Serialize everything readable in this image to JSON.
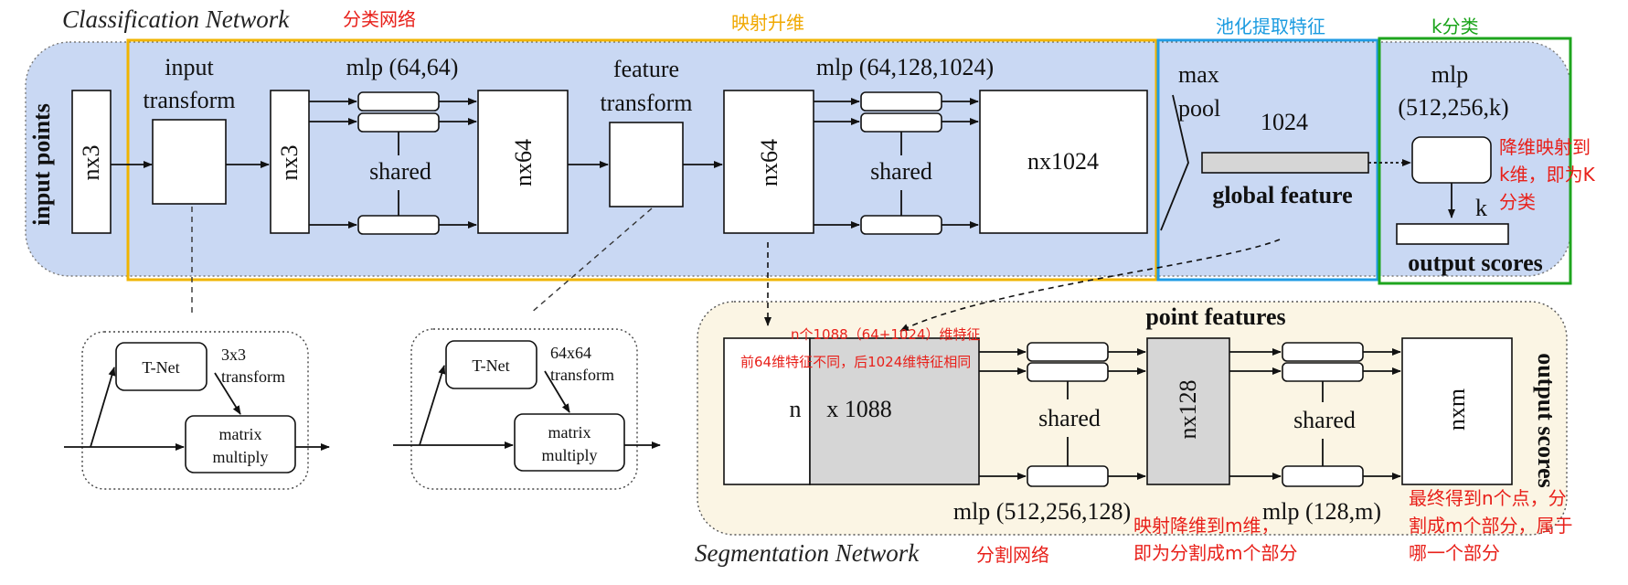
{
  "classification": {
    "title": "Classification Network",
    "title_cn": "分类网络",
    "input_points": "input points",
    "input_nx3": "nx3",
    "input_transform": [
      "input",
      "transform"
    ],
    "after_transform_nx3": "nx3",
    "mlp1": "mlp (64,64)",
    "shared1": "shared",
    "nx64_a": "nx64",
    "feature_transform": [
      "feature",
      "transform"
    ],
    "nx64_b": "nx64",
    "mlp2": "mlp (64,128,1024)",
    "shared2": "shared",
    "nx1024": "nx1024",
    "max_pool": [
      "max",
      "pool"
    ],
    "pool_dim": "1024",
    "global_feature": "global feature",
    "mlp3": [
      "mlp",
      "(512,256,k)"
    ],
    "k": "k",
    "output_scores": "output scores"
  },
  "annotations": {
    "mapping_up": "映射升维",
    "pooling": "池化提取特征",
    "k_class": "k分类",
    "reduce_to_k": [
      "降维映射到",
      "k维，即为K",
      "分类"
    ],
    "n1088_note": [
      "n个1088（64+1024）维特征",
      "前64维特征不同，后1024维特征相同"
    ],
    "reduce_to_m": [
      "映射降维到m维，",
      "即为分割成m个部分"
    ],
    "final_note": [
      "最终得到n个点，分",
      "割成m个部分，属于",
      "哪一个部分"
    ],
    "segmentation_cn": "分割网络"
  },
  "tnet_small": {
    "tnet": "T-Net",
    "transform": [
      "3x3",
      "transform"
    ],
    "matrix": [
      "matrix",
      "multiply"
    ]
  },
  "tnet_large": {
    "tnet": "T-Net",
    "transform": [
      "64x64",
      "transform"
    ],
    "matrix": [
      "matrix",
      "multiply"
    ]
  },
  "segmentation": {
    "title": "Segmentation Network",
    "point_features": "point features",
    "n": "n",
    "x1088": "x 1088",
    "shared1": "shared",
    "mlp1": "mlp (512,256,128)",
    "nx128": "nx128",
    "shared2": "shared",
    "mlp2": "mlp (128,m)",
    "nxm": "nxm",
    "output_scores": "output scores"
  },
  "colors": {
    "classification_bg": "#c9d8f3",
    "segmentation_bg": "#fbf5e4",
    "orange_frame": "#f0b400",
    "blue_frame": "#1f9be4",
    "green_frame": "#1ea51e",
    "red_text": "#e8201a"
  }
}
